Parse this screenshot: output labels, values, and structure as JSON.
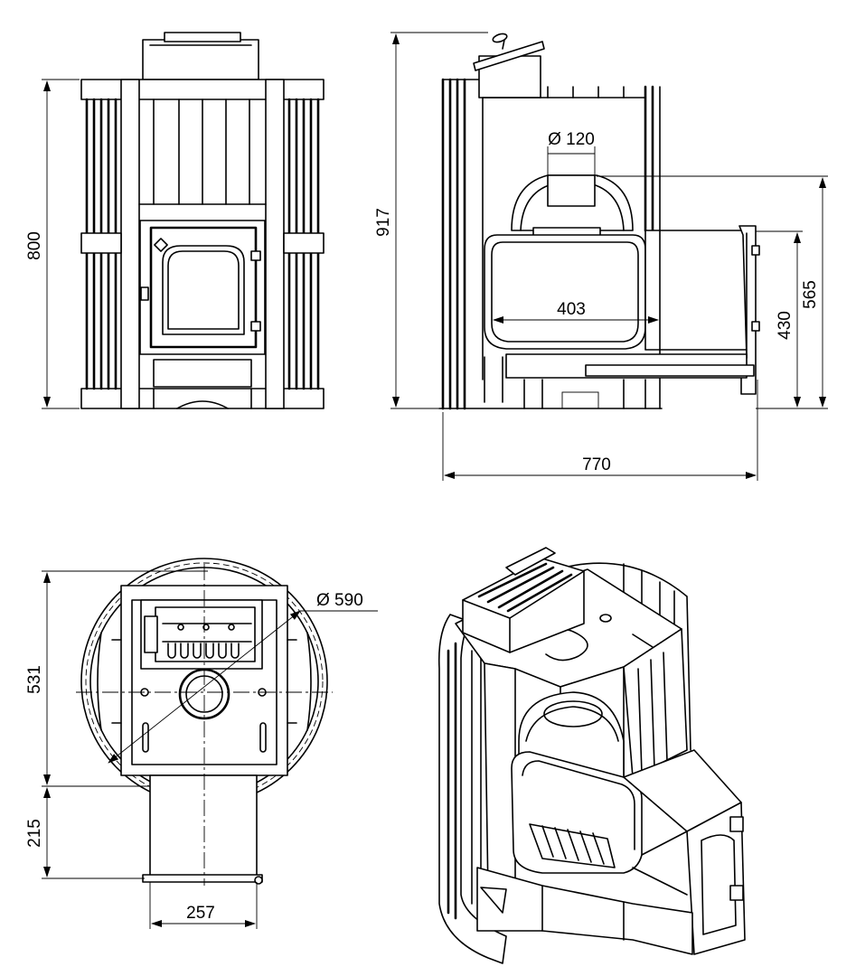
{
  "dimensions": {
    "front_height": "800",
    "side_total_height": "917",
    "flue_diameter": "Ø 120",
    "firebox_width": "403",
    "door_height": "430",
    "flue_axis_height": "565",
    "total_depth": "770",
    "body_diameter": "Ø 590",
    "top_body_depth": "531",
    "tunnel_length": "215",
    "tunnel_width": "257"
  }
}
